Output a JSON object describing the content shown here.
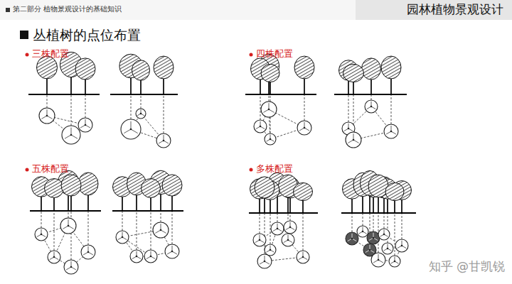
{
  "diagram": {
    "title": "丛植树的点位布置",
    "labels": [
      "第二部分 植物景观设计的基础知识",
      "园林植物景观设计",
      "三株配置",
      "四株配置",
      "五株配置",
      "多株配置",
      "知乎 @甘凯锐"
    ]
  }
}
